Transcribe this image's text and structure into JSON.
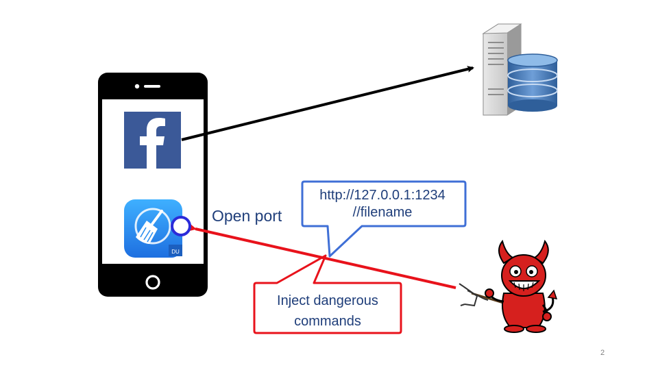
{
  "labels": {
    "open_port": "Open port",
    "url_line1": "http://127.0.0.1:1234",
    "url_line2": "//filename",
    "inject_line1": "Inject dangerous",
    "inject_line2": "commands"
  },
  "page_number": "2",
  "icons": {
    "phone": "smartphone-icon",
    "facebook": "facebook-app-icon",
    "cleaner": "cleaner-app-icon",
    "server": "database-server-icon",
    "attacker": "devil-attacker-icon"
  },
  "colors": {
    "attack_red": "#e8121b",
    "port_blue": "#2b2bd9",
    "callout_blue": "#3f6fd6",
    "facebook_blue": "#3b5998",
    "cleaner_blue": "#2a8ff0",
    "text_navy": "#1f3e7a"
  }
}
